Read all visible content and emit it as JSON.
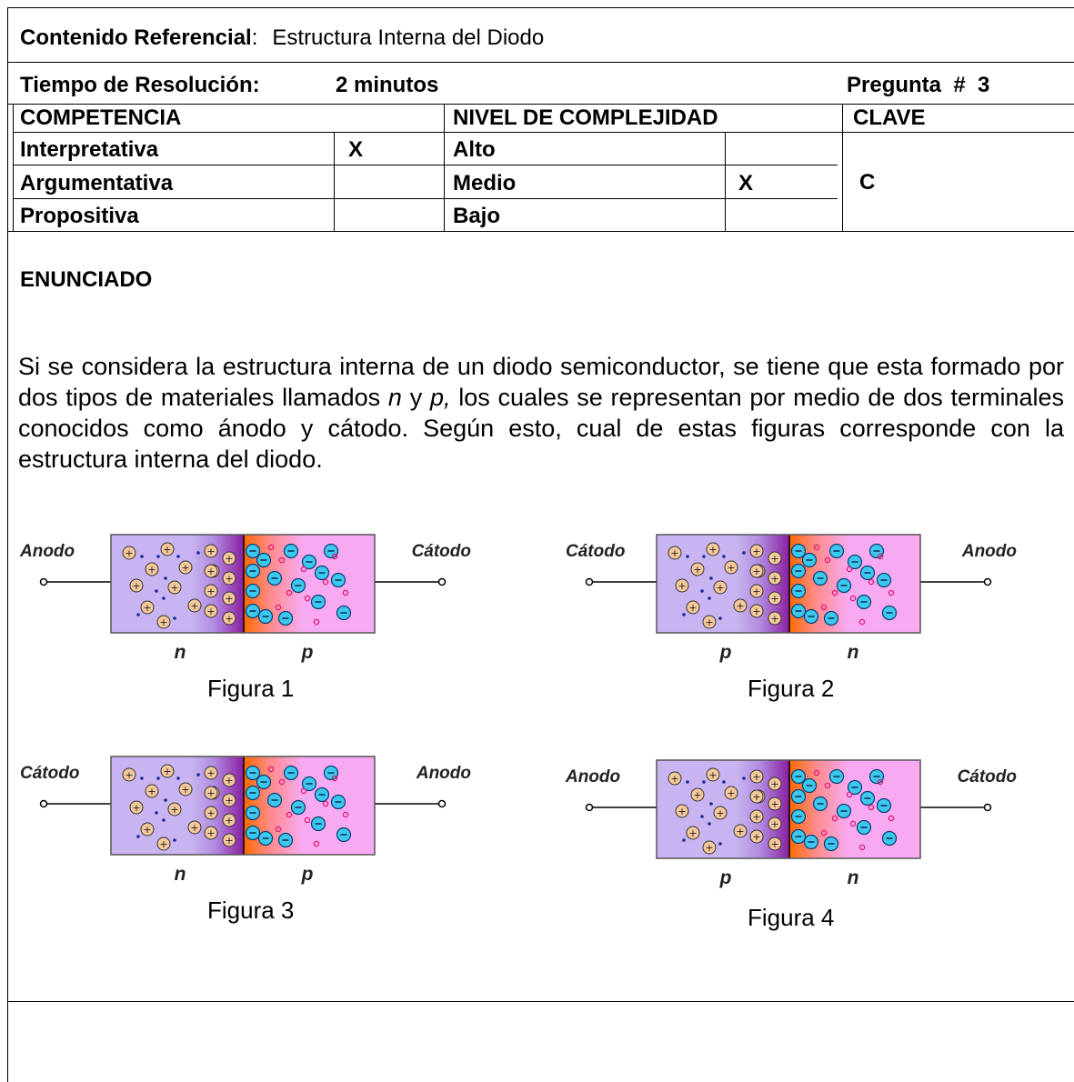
{
  "header": {
    "contenido_label": "Contenido Referencial",
    "contenido_sep": ":",
    "contenido_value": "Estructura Interna del Diodo",
    "tiempo_label": "Tiempo de Resolución:",
    "tiempo_value": "2 minutos",
    "pregunta": "Pregunta  #  3"
  },
  "table": {
    "competencia_header": "COMPETENCIA",
    "nivel_header": "NIVEL DE COMPLEJIDAD",
    "clave_header": "CLAVE",
    "rows": [
      {
        "competencia": "Interpretativa",
        "comp_mark": "X",
        "nivel": "Alto",
        "nivel_mark": ""
      },
      {
        "competencia": "Argumentativa",
        "comp_mark": "",
        "nivel": "Medio",
        "nivel_mark": "X"
      },
      {
        "competencia": "Propositiva",
        "comp_mark": "",
        "nivel": "Bajo",
        "nivel_mark": ""
      }
    ],
    "clave": "C"
  },
  "enunciado": {
    "title": "ENUNCIADO",
    "text_1": "Si se considera la estructura interna de un diodo semiconductor, se tiene que esta formado por dos tipos de materiales llamados ",
    "n": "n",
    "y": " y ",
    "p": "p,",
    "text_2": "  los cuales se representan por medio de dos terminales conocidos como ánodo y cátodo. Según esto, cual de estas figuras corresponde con la estructura interna del diodo."
  },
  "figures": [
    {
      "left_term": "Anodo",
      "right_term": "Cátodo",
      "left_mat": "n",
      "right_mat": "p",
      "caption": "Figura  1"
    },
    {
      "left_term": "Cátodo",
      "right_term": "Anodo",
      "left_mat": "p",
      "right_mat": "n",
      "caption": "Figura  2"
    },
    {
      "left_term": "Cátodo",
      "right_term": "Anodo",
      "left_mat": "n",
      "right_mat": "p",
      "caption": "Figura  3"
    },
    {
      "left_term": "Anodo",
      "right_term": "Cátodo",
      "left_mat": "p",
      "right_mat": "n",
      "caption": "Figura  4"
    }
  ],
  "colors": {
    "region_left": "#c8b4f0",
    "depletion": "#8a1fa0",
    "orange": "#ff6a00",
    "region_right": "#f7aaf2",
    "hole": "#f4c89a",
    "electron": "#3cc8ee"
  }
}
